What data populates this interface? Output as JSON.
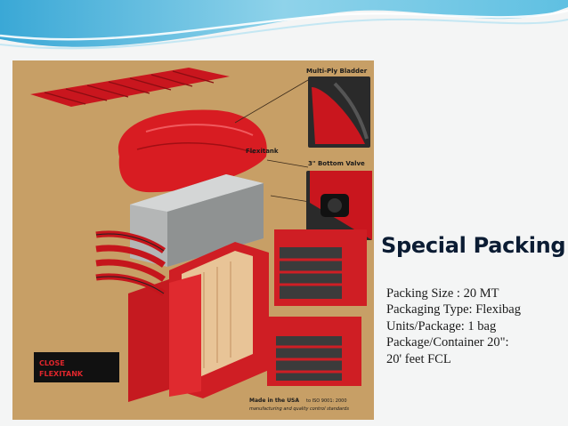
{
  "slide": {
    "title": "Special Packing",
    "details": [
      "Packing Size : 20 MT",
      "Packaging Type: Flexibag",
      "Units/Package: 1 bag",
      "Package/Container 20\":",
      "20' feet FCL"
    ]
  },
  "figure": {
    "labels": {
      "bladder": "Multi-Ply Bladder",
      "flexitank": "Flexitank",
      "valve": "3\" Bottom Valve",
      "close_line1": "CLOSE",
      "close_line2": "FLEXITANK",
      "made_in": "Made in the USA",
      "iso": "to ISO 9001: 2000",
      "quality": "manufacturing and quality control standards"
    }
  },
  "colors": {
    "accent": "#2e9fd0",
    "figure_bg": "#c79f66",
    "container_red": "#d01f25",
    "title_color": "#0b1c33"
  }
}
